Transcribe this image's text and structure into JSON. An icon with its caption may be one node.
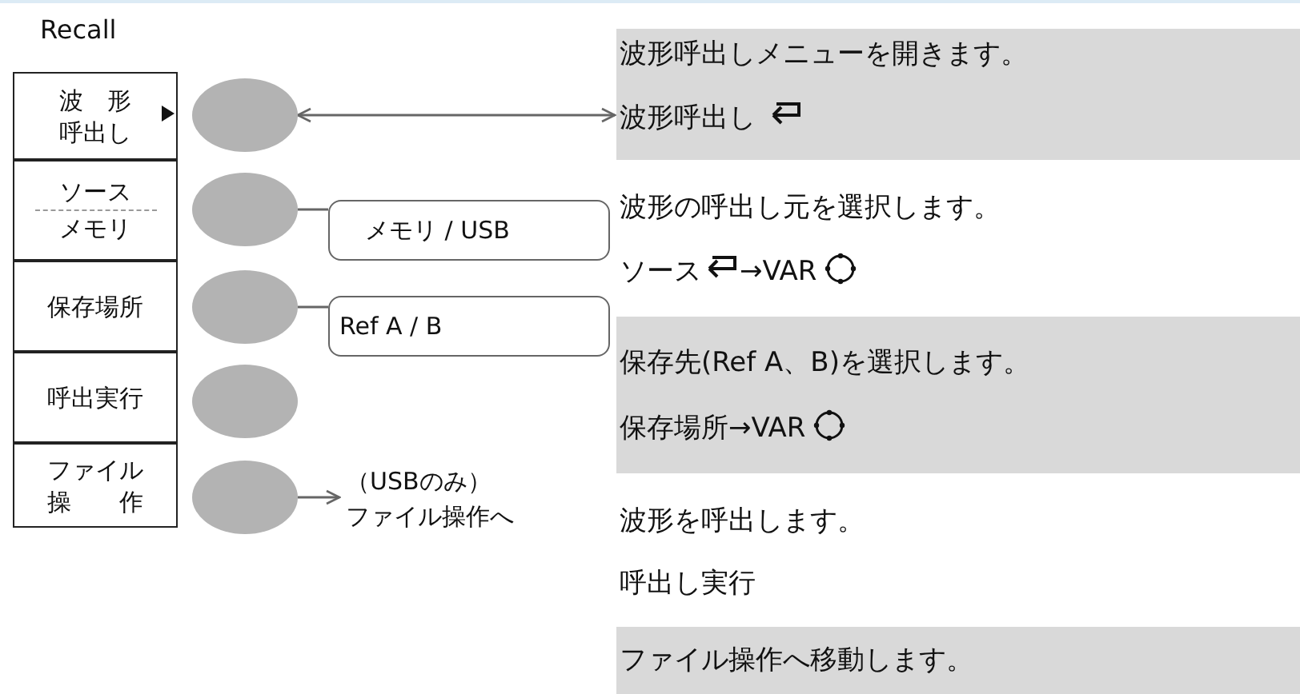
{
  "diagram": {
    "nodes": [
      {
        "text": [
          "波形呼出し"
        ]
      },
      {
        "text": [
          "ソース",
          "メモリ"
        ]
      },
      {
        "text": [
          "保存場所"
        ]
      },
      {
        "text": [
          "呼出実行"
        ]
      },
      {
        "text": [
          "ファイル操作"
        ]
      },
      {
        "text": [],
        "shape": "ellipse"
      },
      {
        "text": [],
        "shape": "ellipse"
      },
      {
        "text": [],
        "shape": "ellipse"
      },
      {
        "text": [],
        "shape": "ellipse"
      },
      {
        "text": [],
        "shape": "ellipse"
      },
      {
        "text": [
          "メモリ / USB"
        ]
      },
      {
        "text": [
          "Ref A / B"
        ]
      },
      {
        "text": [
          "波形呼出し"
        ]
      },
      {
        "text": [
          "（USBのみ）",
          "ファイル操作へ"
        ]
      }
    ],
    "edges": [
      {
        "from": 5,
        "to": 12,
        "arrow": "both"
      },
      {
        "from": 6,
        "to": 10,
        "arrow": "none"
      },
      {
        "from": 7,
        "to": 11,
        "arrow": "none"
      },
      {
        "from": 9,
        "to": 13,
        "arrow": "to"
      }
    ],
    "labels": [
      "Recall",
      "波形呼出しメニューを開きます。",
      "波形の呼出し元を選択します。",
      "ソース",
      "→VAR",
      "保存先(Ref A、B)を選択します。",
      "保存場所→VAR",
      "波形を呼出します。",
      "呼出し実行",
      "ファイル操作へ移動します。"
    ]
  }
}
